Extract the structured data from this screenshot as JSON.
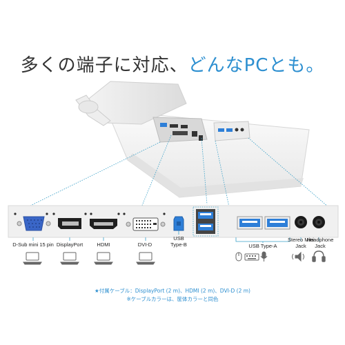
{
  "headline": {
    "part1": "多くの端子に対応、",
    "part2": "どんなPCとも。"
  },
  "ports": {
    "dsub": "D-Sub mini 15 pin",
    "displayport": "DisplayPort",
    "hdmi": "HDMI",
    "dvid": "DVI-D",
    "usb_b_line1": "USB",
    "usb_b_line2": "Type-B",
    "usb_a": "USB Type-A",
    "stereo_line1": "Stereo Mini",
    "stereo_line2": "Jack",
    "headphone_line1": "Headphone",
    "headphone_line2": "Jack"
  },
  "footnote": {
    "line1": "★付属ケーブル：DisplayPort (2 m)、HDMI (2 m)、DVI-D (2 m)",
    "line2": "※ケーブルカラーは、筐体カラーと同色"
  },
  "colors": {
    "accent": "#2d8fd0",
    "text": "#333333",
    "panel": "#f0f0f0",
    "usb_blue": "#2e7fd8"
  },
  "icons": [
    "laptop-icon",
    "mouse-icon",
    "keyboard-icon",
    "microphone-icon",
    "speaker-icon",
    "headphones-icon"
  ]
}
